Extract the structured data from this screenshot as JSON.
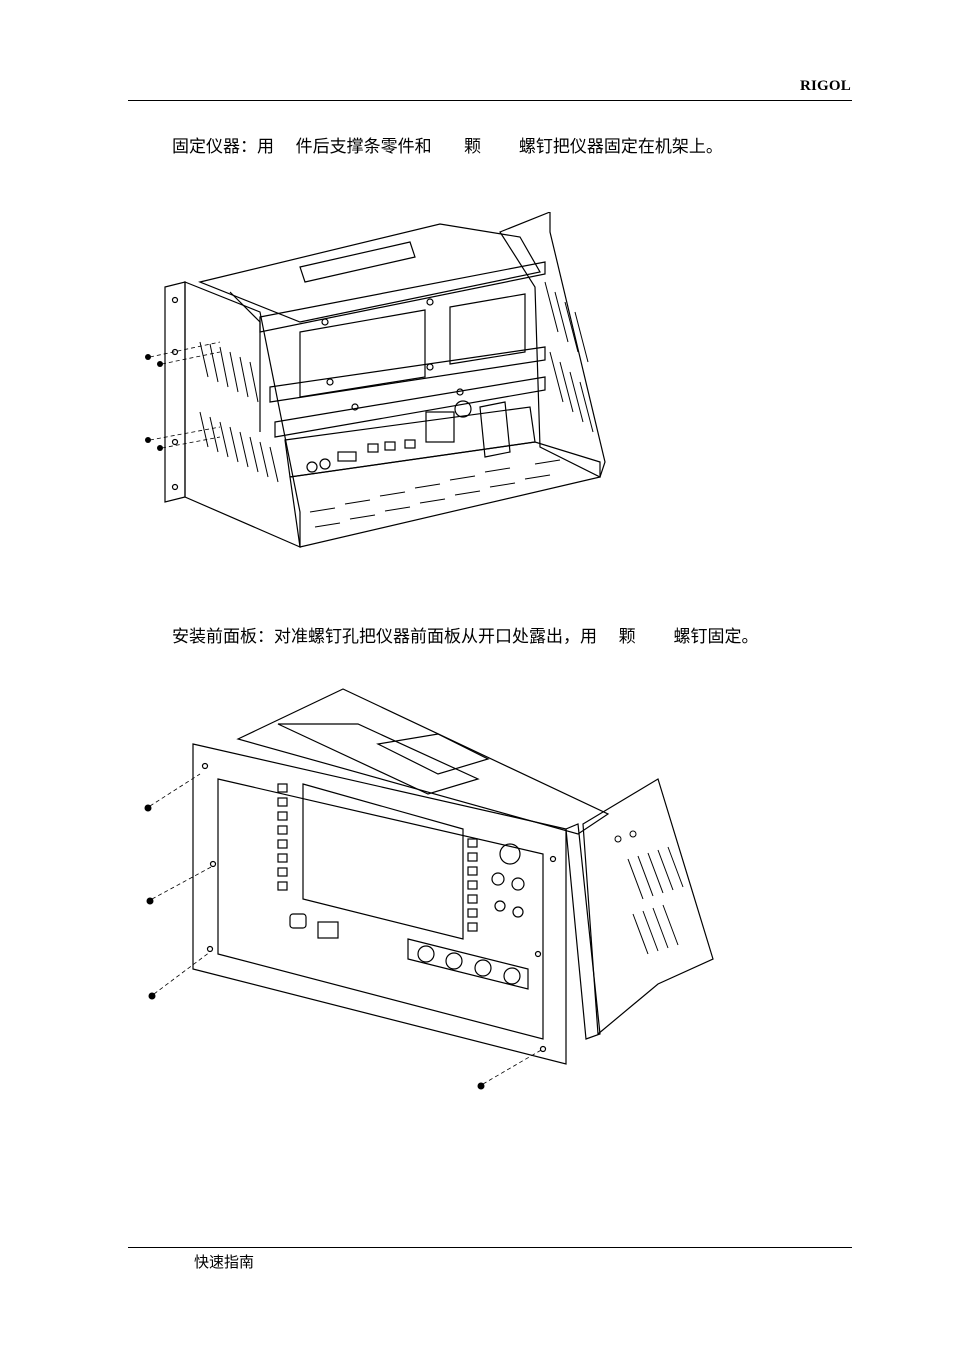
{
  "header": {
    "brand": "RIGOL"
  },
  "steps": [
    {
      "text": "固定仪器：用    件后支撑条零件和      颗       螺钉把仪器固定在机架上。"
    },
    {
      "text": "安装前面板：对准螺钉孔把仪器前面板从开口处露出，用    颗       螺钉固定。"
    }
  ],
  "footer": {
    "guide_title": "快速指南"
  }
}
